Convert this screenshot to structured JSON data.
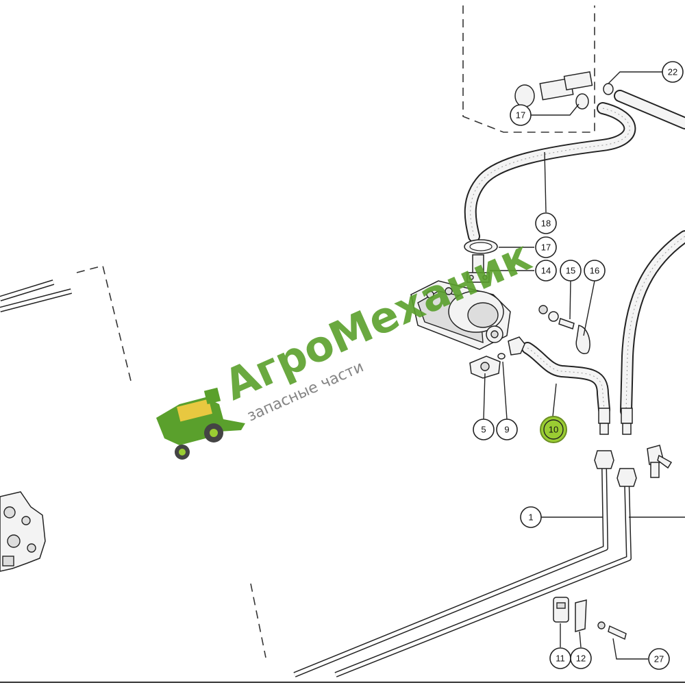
{
  "watermark": {
    "brand": "АгроМеханик",
    "tagline": "запасные части"
  },
  "highlight_color": "#9acd32",
  "callouts": {
    "c22": "22",
    "c17a": "17",
    "c18": "18",
    "c17b": "17",
    "c14": "14",
    "c15": "15",
    "c16": "16",
    "c5": "5",
    "c9": "9",
    "c10": "10",
    "c1": "1",
    "c11": "11",
    "c12": "12",
    "c27": "27"
  }
}
